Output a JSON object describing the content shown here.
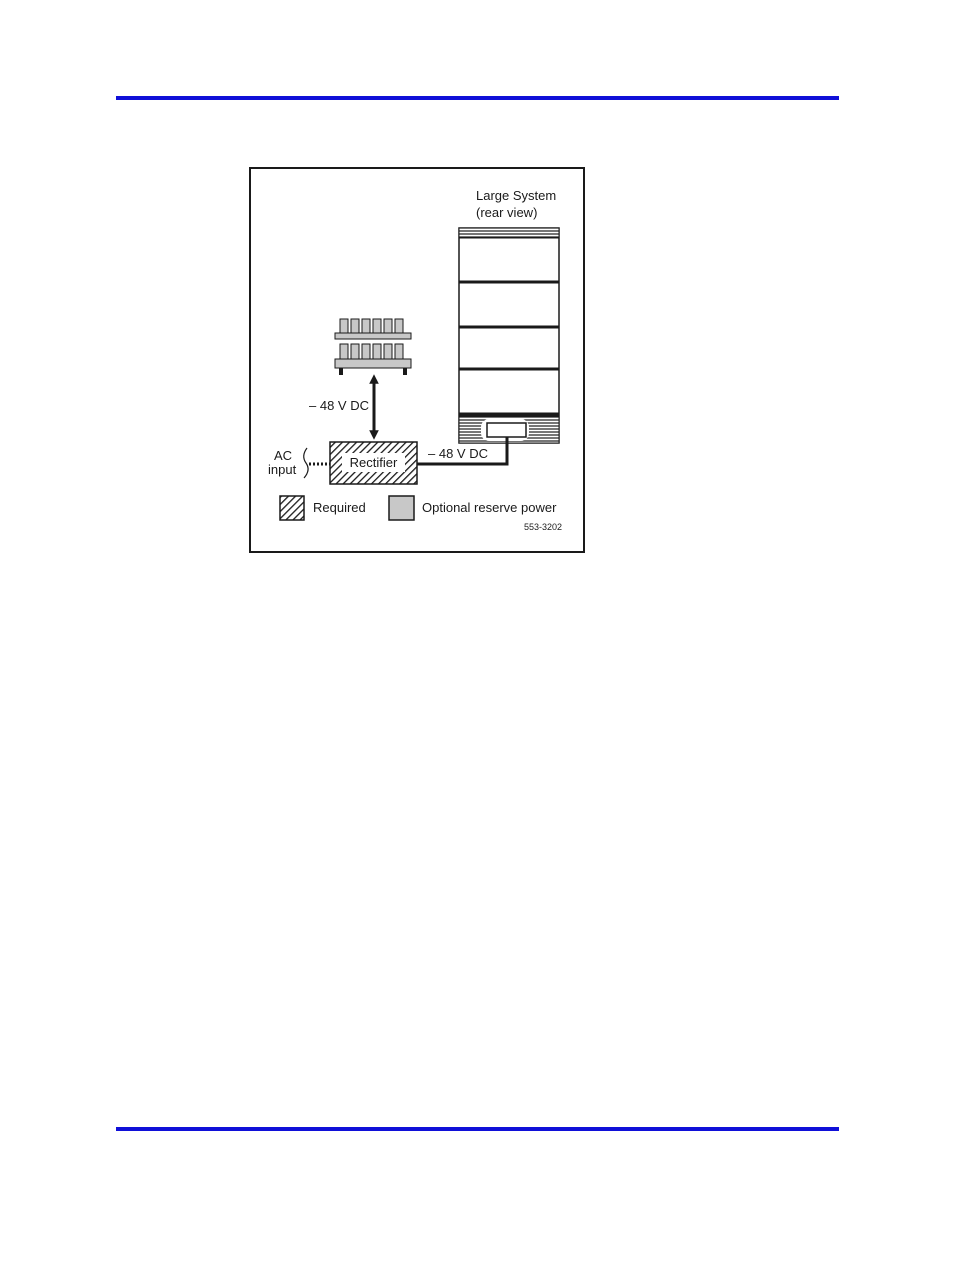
{
  "diagram": {
    "system_title": "Large System",
    "system_subtitle": "(rear view)",
    "battery_voltage_label": "– 48 V DC",
    "system_voltage_label": "– 48 V DC",
    "ac_input_line1": "AC",
    "ac_input_line2": "input",
    "rectifier_label": "Rectifier",
    "figure_code": "553-3202",
    "legend": {
      "required_label": "Required",
      "optional_label": "Optional reserve power"
    }
  },
  "colors": {
    "rule": "#1010d8",
    "optional_fill": "#c8c8c8",
    "frame": "#1a1a1a"
  }
}
